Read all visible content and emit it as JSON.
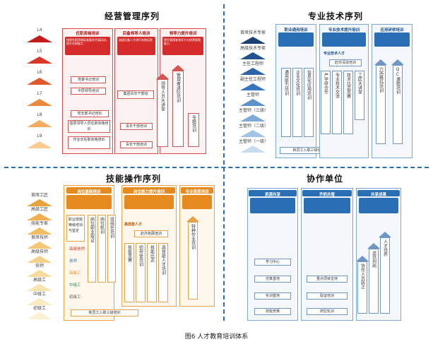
{
  "caption": "图6  人才教育培训体系",
  "quadrants": {
    "management": {
      "title": "经营管理序列",
      "levels": [
        "L4",
        "L5",
        "L6",
        "L7",
        "L8",
        "L9"
      ],
      "level_colors": [
        "#c41a1a",
        "#d8372a",
        "#e15a2c",
        "#ea8a3e",
        "#f2ad62",
        "#f7cc95"
      ],
      "panel1": {
        "header": "任职资格培训",
        "note": "按照任职资格标准要求开展培训，提升任职能力",
        "boxes": [
          "党委书记培训",
          "中层领导培训",
          "党支部书记培训",
          "基层领导人员任职资格培训",
          "作业长任职资格培训"
        ]
      },
      "panel2": {
        "header": "后备领导人培训",
        "note": "选拔后备人才进行系统培养",
        "boxes": [
          "集团青年干部班",
          "青年干部培训",
          "青年干部培训"
        ]
      },
      "panel3": {
        "header": "领导力提升培训",
        "note": "提升管理者领导力与经营管理能力",
        "verticals": [
          "领导人员大讲堂",
          "管理者进阶培训",
          "专题培训"
        ]
      }
    },
    "technical": {
      "title": "专业技术序列",
      "levels": [
        "首席技术专家",
        "高级技术专家",
        "主任工程师",
        "副主任工程师",
        "主管师",
        "主管师（三级）",
        "主管师（二级）",
        "主管师（一级）"
      ],
      "panel1": {
        "header": "职业通用培训",
        "verticals": [
          "通用能力培训",
          "企业文化培训",
          "信息化应用培训"
        ],
        "bottom": "新员工入职三级培训"
      },
      "panel2": {
        "header": "专业技术提升培训",
        "sub": "专业技术人才",
        "boxes": [
          "赴外深造培训"
        ],
        "verticals": [
          "产学研合作",
          "专业技术交流",
          "技术比武竞赛",
          "工匠大讲堂"
        ]
      },
      "panel3": {
        "header": "应用研修培训",
        "verticals": [
          "六西格玛培训",
          "QC课题培训"
        ]
      }
    },
    "skill": {
      "title": "技能操作序列",
      "levels": [
        "首席工匠",
        "高级工匠",
        "技能专家",
        "首席技师",
        "高级技师",
        "技师",
        "高级工",
        "中级工",
        "初级工"
      ],
      "panel1": {
        "header": "岗位基础培训",
        "intro": "职业技能等级培训与鉴定",
        "grades": [
          "高级技师",
          "技师",
          "高级工",
          "中级工",
          "初级工"
        ],
        "verticals": [
          "岗位职业取证",
          "岗位轮训",
          "班组长培训"
        ],
        "bottom": "新员工入职三级培训"
      },
      "panel2": {
        "header": "岗位能力提升培训",
        "sub": "高技能人才",
        "boxes": [
          "赴外拓展培训"
        ],
        "verticals": [
          "技能竞赛",
          "师带徒培训",
          "技能比武",
          "高技能人才培训"
        ]
      },
      "panel3": {
        "header": "专业资质培训",
        "verticals": [
          "特种作业培训"
        ]
      }
    },
    "cooperation": {
      "title": "协作单位",
      "panel1": {
        "header": "资源共享",
        "boxes": [
          "学习中心",
          "仿真基地",
          "实训基地",
          "技能竞赛"
        ]
      },
      "panel2": {
        "header": "齐抓共管",
        "boxes": [
          "重点项目支持",
          "取证培训",
          "岗位轮训"
        ]
      },
      "panel3": {
        "header": "共享成果",
        "verticals": [
          "协作人员转正",
          "送培到岗",
          "人才培养"
        ]
      }
    }
  }
}
